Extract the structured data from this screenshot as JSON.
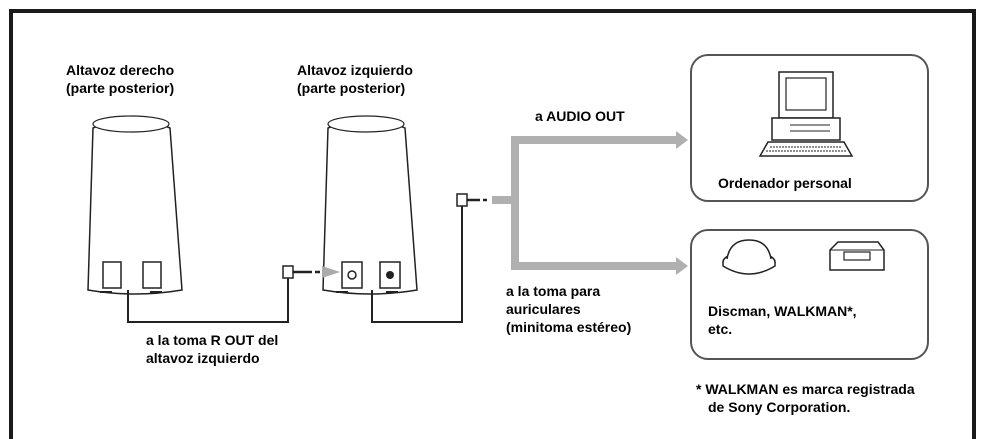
{
  "labels": {
    "right_speaker": [
      "Altavoz derecho",
      "(parte posterior)"
    ],
    "left_speaker": [
      "Altavoz izquierdo",
      "(parte posterior)"
    ],
    "audio_out": "a AUDIO OUT",
    "computer": "Ordenador personal",
    "headphone_jack": [
      "a la toma para",
      "auriculares",
      "(minitoma estéreo)"
    ],
    "r_out": [
      "a la toma R OUT del",
      "altavoz izquierdo"
    ],
    "players": [
      "Discman, WALKMAN*,",
      "etc."
    ],
    "footnote": [
      "* WALKMAN es marca registrada",
      "de Sony Corporation."
    ]
  }
}
